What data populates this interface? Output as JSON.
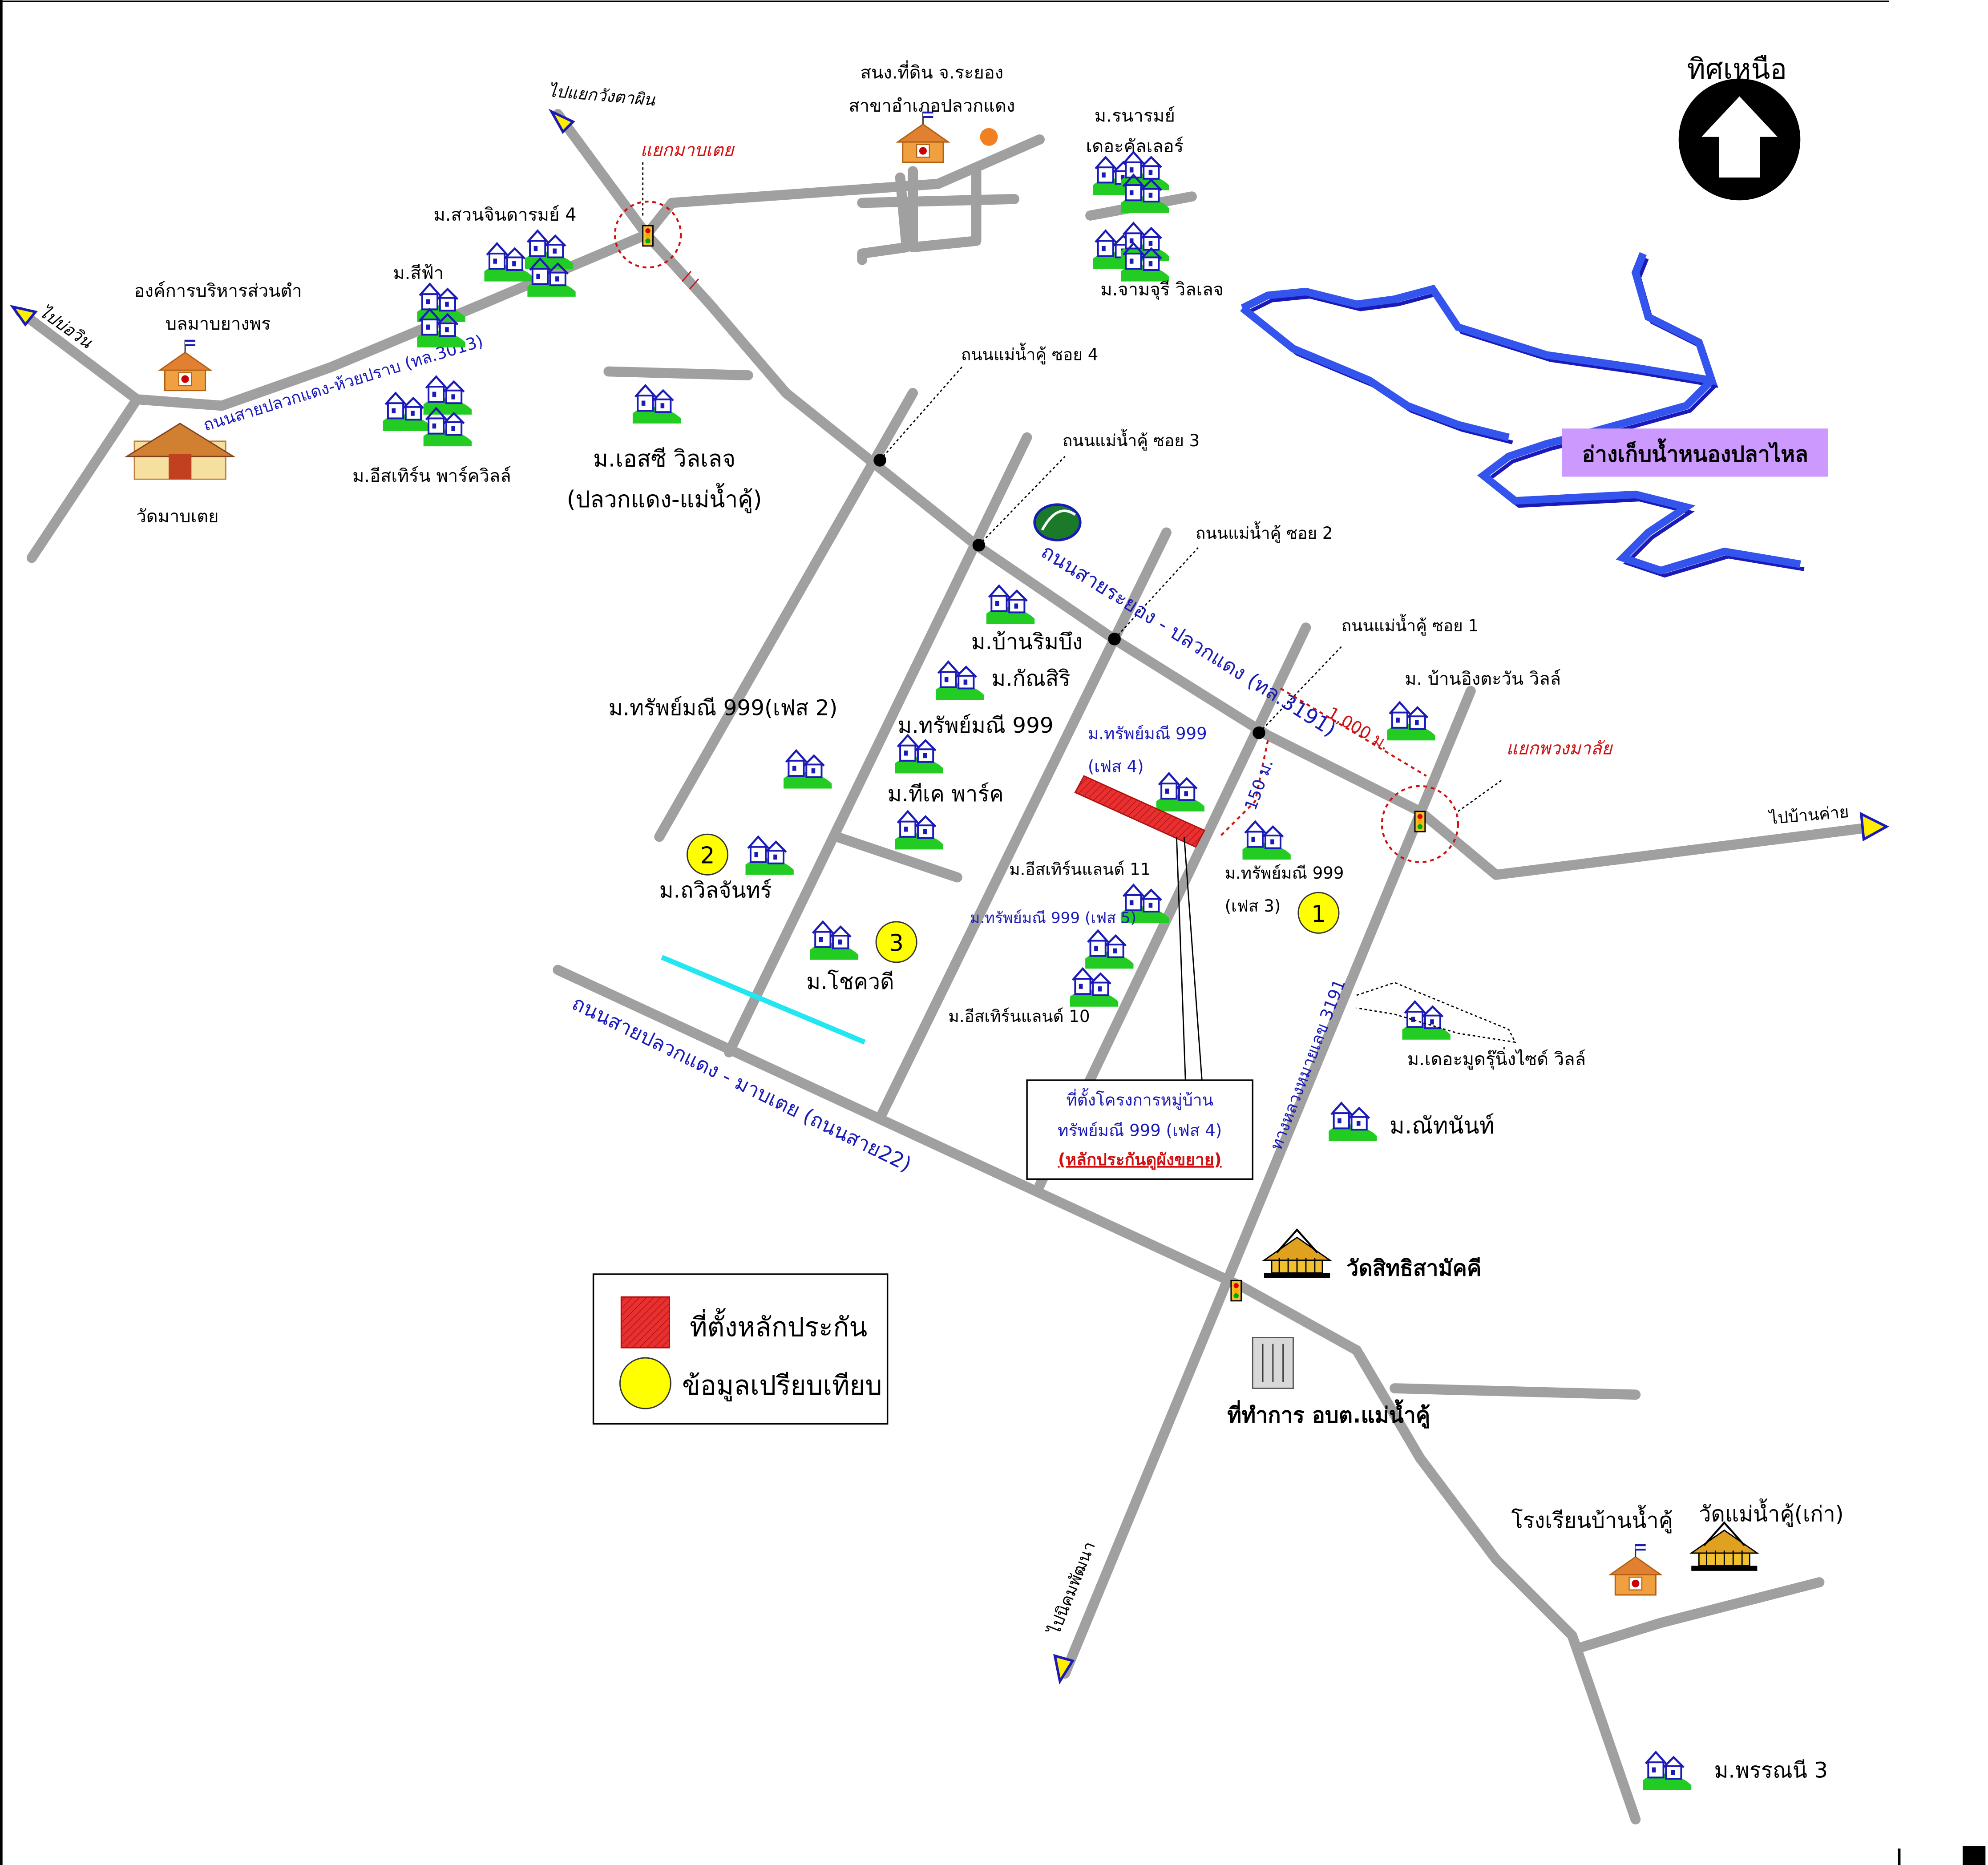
{
  "north": {
    "label": "ทิศเหนือ"
  },
  "directions": {
    "to_wangtaphin": "ไปแยกวังตาผิน",
    "to_bo_win": "ไปบ่อวิน",
    "to_ban_khai": "ไปบ้านค่าย",
    "to_nikhom_phatthana": "ไปนิคมพัฒนา"
  },
  "intersections": {
    "map_ta_yia": "แยกมาบเตย",
    "phuang_malai": "แยกพวงมาลัย"
  },
  "roads": {
    "pluak_daeng_huai_prab": "ถนนสายปลวกแดง-ห้วยปราบ (ทล.3013)",
    "rayong_pluak_daeng": "ถนนสายระยอง - ปลวกแดง (ทล.3191)",
    "pluak_daeng_map_ta_yia": "ถนนสายปลวกแดง - มาบเตย (ถนนสาย22)",
    "highway_3191": "ทางหลวงหมายเลข 3191",
    "soi_4": "ถนนแม่น้ำคู้ ซอย 4",
    "soi_3": "ถนนแม่น้ำคู้ ซอย 3",
    "soi_2": "ถนนแม่น้ำคู้ ซอย 2",
    "soi_1": "ถนนแม่น้ำคู้ ซอย 1"
  },
  "distances": {
    "d1000": "1,000 ม.",
    "d150": "150 ม."
  },
  "reservoir": {
    "label": "อ่างเก็บน้ำหนองปลาไหล",
    "fill": "#cc99ff",
    "water_color": "#3355ee"
  },
  "places": {
    "land_office_1": "สนง.ที่ดิน จ.ระยอง",
    "land_office_2": "สาขาอำเภอปลวกแดง",
    "tao_1": "องค์การบริหารส่วนตำ",
    "tao_2": "บลมาบยางพร",
    "wat_map_ta_yia": "วัดมาบเตย",
    "wat_sitthi": "วัดสิทธิสามัคคี",
    "obt_office": "ที่ทำการ อบต.แม่น้ำคู้",
    "school": "โรงเรียนบ้านน้ำคู้",
    "wat_mae_nam_khu": "วัดแม่น้ำคู้(เก่า)"
  },
  "villages": {
    "suan_chindarom": "ม.สวนจินดารมย์ 4",
    "si_fa": "ม.สีฟ้า",
    "eastern_park": "ม.อีสเทิร์น พาร์ควิลล์",
    "sc_village_1": "ม.เอสซี วิลเลจ",
    "sc_village_2": "(ปลวกแดง-แม่น้ำคู้)",
    "naram_1": "ม.รนารมย์",
    "naram_2": "เดอะคัลเลอร์",
    "jamjuree": "ม.จามจุรี วิลเลจ",
    "ban_rim_bueng": "ม.บ้านริมบึง",
    "kansiri": "ม.กัณสิริ",
    "sap_999": "ม.ทรัพย์มณี 999",
    "sap_999_p2": "ม.ทรัพย์มณี 999(เฟส 2)",
    "tk_park": "ม.ทีเค พาร์ค",
    "thawin_chan": "ม.ถวิลจันทร์",
    "chokhawadi": "ม.โชควดี",
    "sap_999_p4_a": "ม.ทรัพย์มณี 999",
    "sap_999_p4_b": "(เฟส 4)",
    "eastern_land_11": "ม.อีสเทิร์นแลนด์ 11",
    "sap_999_p5": "ม.ทรัพย์มณี 999 (เฟส 5)",
    "eastern_land_10": "ม.อีสเทิร์นแลนด์ 10",
    "sap_999_p3_a": "ม.ทรัพย์มณี 999",
    "sap_999_p3_b": "(เฟส 3)",
    "ing_tawan": "ม. บ้านอิงตะวัน วิลล์",
    "the_mood": "ม.เดอะมูดรุ๊นิ่งไซด์ วิลล์",
    "natnan": "ม.ณัทนันท์",
    "phannee_3": "ม.พรรณนี 3"
  },
  "project_box": {
    "line1": "ที่ตั้งโครงการหมู่บ้าน",
    "line2": "ทรัพย์มณี 999 (เฟส 4)",
    "line3": "(หลักประกันดูผังขยาย)"
  },
  "markers": {
    "m1": "1",
    "m2": "2",
    "m3": "3"
  },
  "legend": {
    "collateral": "ที่ตั้งหลักประกัน",
    "comparable": "ข้อมูลเปรียบเทียบ"
  },
  "colors": {
    "road": "#a0a0a0",
    "label_blue": "#1a1ab8",
    "label_red": "#d01010",
    "collateral": "#e83030",
    "marker": "#ffff00",
    "house_green": "#22cc22"
  }
}
